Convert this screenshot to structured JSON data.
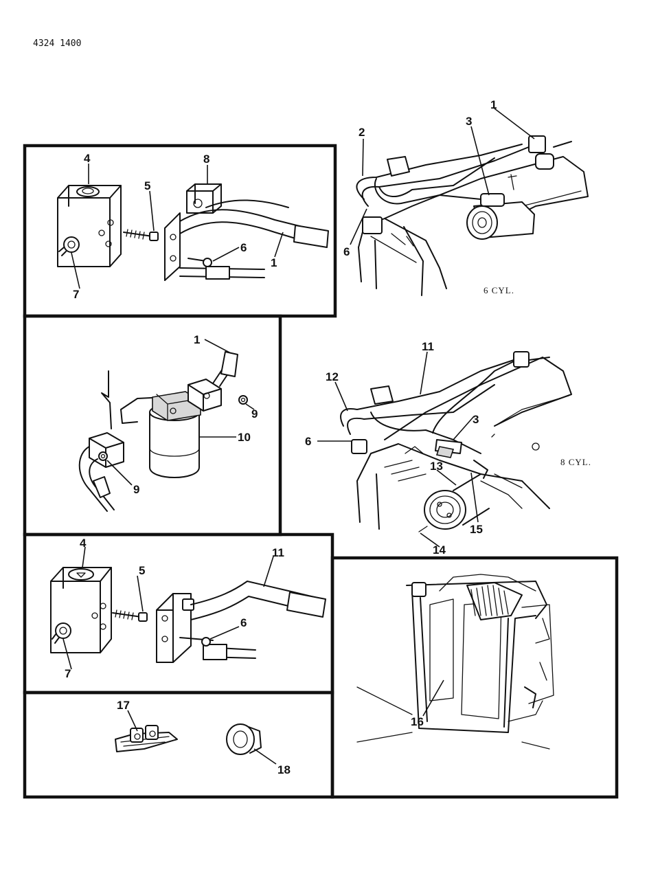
{
  "document": {
    "number": "4324 1400"
  },
  "engine_labels": {
    "six_cyl": "6 CYL.",
    "eight_cyl": "8 CYL."
  },
  "panels": {
    "valve_6cyl": {
      "callouts": [
        "4",
        "8",
        "5",
        "6",
        "1",
        "7"
      ]
    },
    "engine_6cyl": {
      "callouts": [
        "1",
        "3",
        "2",
        "6"
      ]
    },
    "receiver": {
      "callouts": [
        "1",
        "9",
        "10",
        "9"
      ]
    },
    "engine_8cyl": {
      "callouts": [
        "11",
        "12",
        "3",
        "6",
        "13",
        "15",
        "14"
      ]
    },
    "valve_8cyl": {
      "callouts": [
        "4",
        "5",
        "11",
        "6",
        "7"
      ]
    },
    "clips": {
      "callouts": [
        "17",
        "18"
      ]
    },
    "condenser": {
      "callouts": [
        "16"
      ]
    }
  }
}
